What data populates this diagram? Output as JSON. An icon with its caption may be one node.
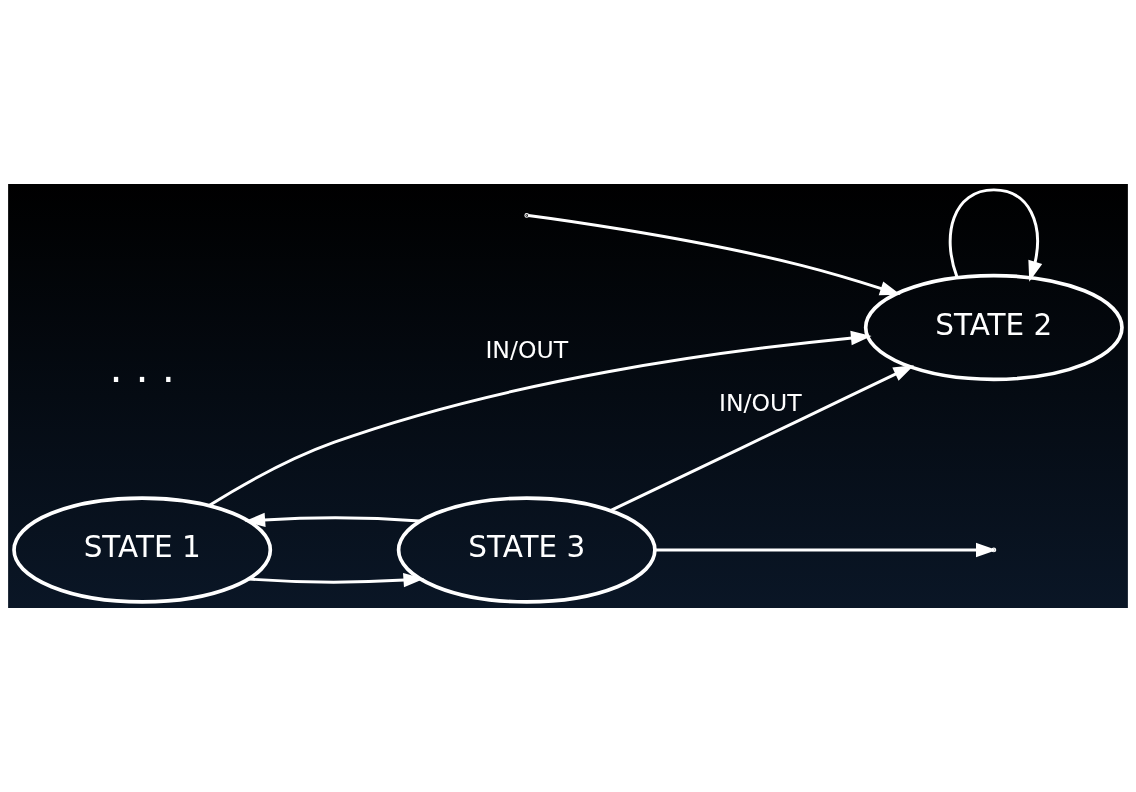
{
  "diagram": {
    "nodes": [
      {
        "text": [
          "STATE 1"
        ]
      },
      {
        "text": [
          "STATE 2"
        ]
      },
      {
        "text": [
          "STATE 3"
        ]
      }
    ],
    "edges": [
      {
        "from": 0,
        "to": 1,
        "arrow": "to",
        "label": "IN/OUT"
      },
      {
        "from": 1,
        "to": 1,
        "arrow": "to"
      },
      {
        "from": null,
        "to": 1,
        "arrow": "to"
      },
      {
        "from": 2,
        "to": 1,
        "arrow": "to",
        "label": "IN/OUT"
      },
      {
        "from": 0,
        "to": 2,
        "arrow": "to"
      },
      {
        "from": 2,
        "to": 0,
        "arrow": "to"
      },
      {
        "from": 2,
        "to": null,
        "arrow": "to"
      }
    ],
    "labels": [
      "· · ·"
    ]
  }
}
